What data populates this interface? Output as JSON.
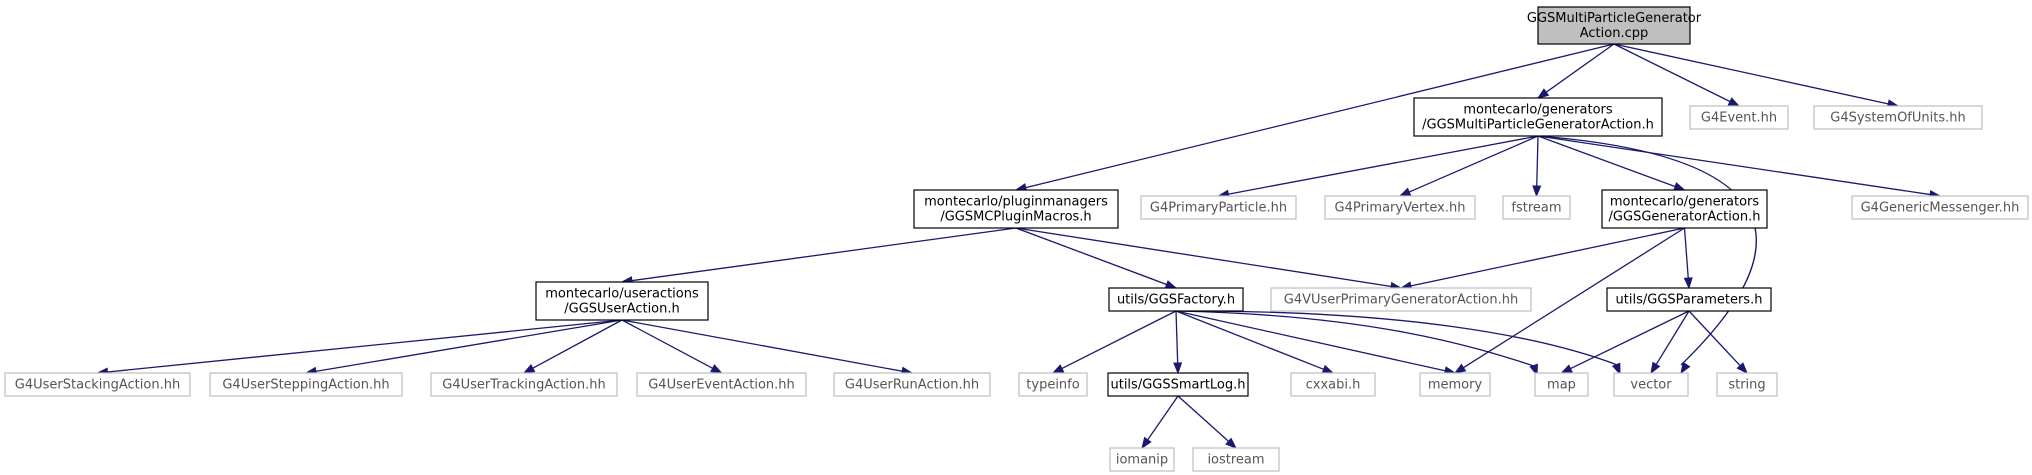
{
  "diagram": {
    "colors": {
      "edge": "#191970",
      "main_fill": "#bfbfbf",
      "local_border": "#000000",
      "external_border": "#bfbfbf",
      "external_text": "#555555"
    },
    "nodes": [
      {
        "id": "main",
        "kind": "main",
        "lines": [
          "GGSMultiParticleGenerator",
          "Action.cpp"
        ]
      },
      {
        "id": "mpga_h",
        "kind": "local",
        "lines": [
          "montecarlo/generators",
          "/GGSMultiParticleGeneratorAction.h"
        ]
      },
      {
        "id": "g4event",
        "kind": "ext",
        "lines": [
          "G4Event.hh"
        ]
      },
      {
        "id": "g4sysunits",
        "kind": "ext",
        "lines": [
          "G4SystemOfUnits.hh"
        ]
      },
      {
        "id": "pluginmacros",
        "kind": "local",
        "lines": [
          "montecarlo/pluginmanagers",
          "/GGSMCPluginMacros.h"
        ]
      },
      {
        "id": "g4primpart",
        "kind": "ext",
        "lines": [
          "G4PrimaryParticle.hh"
        ]
      },
      {
        "id": "g4primvert",
        "kind": "ext",
        "lines": [
          "G4PrimaryVertex.hh"
        ]
      },
      {
        "id": "fstream",
        "kind": "ext",
        "lines": [
          "fstream"
        ]
      },
      {
        "id": "genaction",
        "kind": "local",
        "lines": [
          "montecarlo/generators",
          "/GGSGeneratorAction.h"
        ]
      },
      {
        "id": "g4genmess",
        "kind": "ext",
        "lines": [
          "G4GenericMessenger.hh"
        ]
      },
      {
        "id": "useraction",
        "kind": "local",
        "lines": [
          "montecarlo/useractions",
          "/GGSUserAction.h"
        ]
      },
      {
        "id": "factory",
        "kind": "local",
        "lines": [
          "utils/GGSFactory.h"
        ]
      },
      {
        "id": "g4vupga",
        "kind": "ext",
        "lines": [
          "G4VUserPrimaryGeneratorAction.hh"
        ]
      },
      {
        "id": "params",
        "kind": "local",
        "lines": [
          "utils/GGSParameters.h"
        ]
      },
      {
        "id": "stacking",
        "kind": "ext",
        "lines": [
          "G4UserStackingAction.hh"
        ]
      },
      {
        "id": "stepping",
        "kind": "ext",
        "lines": [
          "G4UserSteppingAction.hh"
        ]
      },
      {
        "id": "tracking",
        "kind": "ext",
        "lines": [
          "G4UserTrackingAction.hh"
        ]
      },
      {
        "id": "event",
        "kind": "ext",
        "lines": [
          "G4UserEventAction.hh"
        ]
      },
      {
        "id": "run",
        "kind": "ext",
        "lines": [
          "G4UserRunAction.hh"
        ]
      },
      {
        "id": "typeinfo",
        "kind": "ext",
        "lines": [
          "typeinfo"
        ]
      },
      {
        "id": "smartlog",
        "kind": "local",
        "lines": [
          "utils/GGSSmartLog.h"
        ]
      },
      {
        "id": "cxxabi",
        "kind": "ext",
        "lines": [
          "cxxabi.h"
        ]
      },
      {
        "id": "memory",
        "kind": "ext",
        "lines": [
          "memory"
        ]
      },
      {
        "id": "map",
        "kind": "ext",
        "lines": [
          "map"
        ]
      },
      {
        "id": "vector",
        "kind": "ext",
        "lines": [
          "vector"
        ]
      },
      {
        "id": "string",
        "kind": "ext",
        "lines": [
          "string"
        ]
      },
      {
        "id": "iomanip",
        "kind": "ext",
        "lines": [
          "iomanip"
        ]
      },
      {
        "id": "iostream",
        "kind": "ext",
        "lines": [
          "iostream"
        ]
      }
    ],
    "edges": [
      [
        "main",
        "pluginmacros"
      ],
      [
        "main",
        "mpga_h"
      ],
      [
        "main",
        "g4event"
      ],
      [
        "main",
        "g4sysunits"
      ],
      [
        "mpga_h",
        "g4primpart"
      ],
      [
        "mpga_h",
        "g4primvert"
      ],
      [
        "mpga_h",
        "fstream"
      ],
      [
        "mpga_h",
        "genaction"
      ],
      [
        "mpga_h",
        "g4genmess"
      ],
      [
        "mpga_h",
        "vector"
      ],
      [
        "pluginmacros",
        "useraction"
      ],
      [
        "pluginmacros",
        "factory"
      ],
      [
        "pluginmacros",
        "g4vupga"
      ],
      [
        "genaction",
        "g4vupga"
      ],
      [
        "genaction",
        "params"
      ],
      [
        "genaction",
        "memory"
      ],
      [
        "useraction",
        "stacking"
      ],
      [
        "useraction",
        "stepping"
      ],
      [
        "useraction",
        "tracking"
      ],
      [
        "useraction",
        "event"
      ],
      [
        "useraction",
        "run"
      ],
      [
        "factory",
        "typeinfo"
      ],
      [
        "factory",
        "smartlog"
      ],
      [
        "factory",
        "cxxabi"
      ],
      [
        "factory",
        "memory"
      ],
      [
        "factory",
        "map"
      ],
      [
        "factory",
        "vector"
      ],
      [
        "params",
        "map"
      ],
      [
        "params",
        "vector"
      ],
      [
        "params",
        "string"
      ],
      [
        "smartlog",
        "iomanip"
      ],
      [
        "smartlog",
        "iostream"
      ]
    ]
  }
}
